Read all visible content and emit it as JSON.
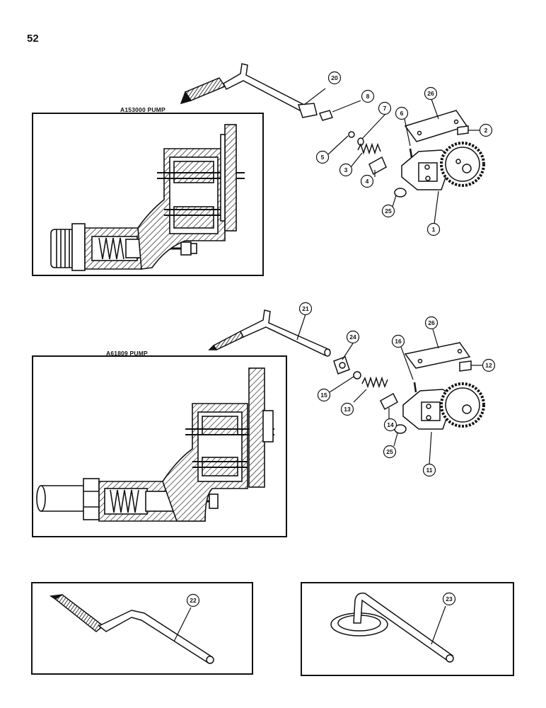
{
  "page": {
    "number": "52"
  },
  "panels": {
    "top_pump_label": "A153000 PUMP",
    "bottom_pump_label": "A61809 PUMP"
  },
  "callouts": {
    "c1": "1",
    "c2": "2",
    "c3": "3",
    "c4": "4",
    "c5": "5",
    "c6": "6",
    "c7": "7",
    "c8": "8",
    "c11": "11",
    "c12": "12",
    "c13": "13",
    "c14": "14",
    "c15": "15",
    "c16": "16",
    "c20": "20",
    "c21": "21",
    "c22": "22",
    "c23": "23",
    "c24": "24",
    "c25a": "25",
    "c25b": "25",
    "c26a": "26",
    "c26b": "26"
  }
}
